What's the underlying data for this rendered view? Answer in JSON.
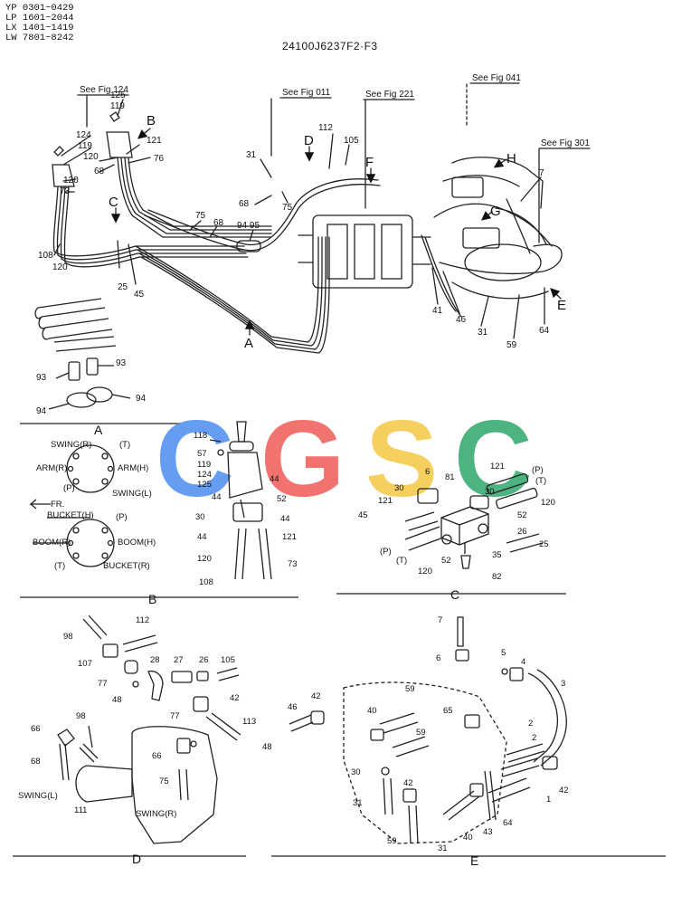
{
  "header": {
    "serial_ranges": [
      "YP 0301~0429",
      "LP 1601~2044",
      "LX 1401~1419",
      "LW 7801~8242"
    ],
    "drawing_number": "24100J6237F2·F3"
  },
  "references": {
    "fig124": "See Fig 124",
    "fig011": "See Fig 011",
    "fig221": "See Fig 221",
    "fig041": "See Fig 041",
    "fig301": "See Fig 301"
  },
  "view_letters": {
    "A": "A",
    "B": "B",
    "C": "C",
    "D": "D",
    "E": "E",
    "F": "F",
    "G": "G",
    "H": "H"
  },
  "watermark": {
    "letters": [
      "C",
      "G",
      "S",
      "C"
    ],
    "colors": [
      "#4a8df0",
      "#ef5b57",
      "#f5c842",
      "#2fa66a"
    ]
  },
  "main_labels": {
    "n125a": "125",
    "n119a": "119",
    "n124a": "124",
    "n119b": "119",
    "n120a": "120",
    "n68a": "68",
    "n121a": "121",
    "n76": "76",
    "n120b": "120",
    "n73a": "73",
    "n108a": "108",
    "n120c": "120",
    "n25a": "25",
    "n45a": "45",
    "n75a": "75",
    "n68b": "68",
    "n9495": "94 95",
    "n31a": "31",
    "n68c": "68",
    "n75b": "75",
    "n112a": "112",
    "n105a": "105",
    "n7a": "7",
    "n41": "41",
    "n46a": "46",
    "n31b": "31",
    "n59a": "59",
    "n64a": "64"
  },
  "detail_a": {
    "n93a": "93",
    "n93b": "93",
    "n94a": "94",
    "n94b": "94"
  },
  "detail_b": {
    "swing_r": "SWING(R)",
    "t_top": "(T)",
    "arm_r": "ARM(R)",
    "arm_h": "ARM(H)",
    "p": "(P)",
    "swing_l": "SWING(L)",
    "fr": "FR.",
    "bucket_h": "BUCKET(H)",
    "p2": "(P)",
    "boom_r": "BOOM(R)",
    "boom_h": "BOOM(H)",
    "t_bot": "(T)",
    "bucket_r": "BUCKET(R)",
    "n118": "118",
    "n57": "57",
    "n119": "119",
    "n124": "124",
    "n125": "125",
    "n44a": "44",
    "n44b": "44",
    "n52": "52",
    "n30": "30",
    "n44c": "44",
    "n44d": "44",
    "n120": "120",
    "n121": "121",
    "n108": "108",
    "n73": "73"
  },
  "detail_c": {
    "n6": "6",
    "n30": "30",
    "n81": "81",
    "n121a": "121",
    "p1": "(P)",
    "t1": "(T)",
    "n121b": "121",
    "n45": "45",
    "n30b": "30",
    "n52a": "52",
    "n120a": "120",
    "n26": "26",
    "n25": "25",
    "p2": "(P)",
    "t2": "(T)",
    "n52b": "52",
    "n35": "35",
    "n120b": "120",
    "n82": "82"
  },
  "detail_d": {
    "n98a": "98",
    "n112": "112",
    "n107": "107",
    "n77a": "77",
    "n48a": "48",
    "n28": "28",
    "n27": "27",
    "n26": "26",
    "n105": "105",
    "n42": "42",
    "n77b": "77",
    "n113": "113",
    "n48b": "48",
    "n66a": "66",
    "n98b": "98",
    "n68": "68",
    "n66b": "66",
    "n75": "75",
    "swing_l": "SWING(L)",
    "n111": "111",
    "swing_r": "SWING(R)"
  },
  "detail_e": {
    "n7": "7",
    "n6": "6",
    "n5": "5",
    "n4": "4",
    "n3": "3",
    "n46": "46",
    "n42a": "42",
    "n59a": "59",
    "n40a": "40",
    "n65": "65",
    "n59b": "59",
    "n30": "30",
    "n42b": "42",
    "n31a": "31",
    "n59c": "59",
    "n2a": "2",
    "n2b": "2",
    "n42c": "42",
    "n1": "1",
    "n64": "64",
    "n43": "43",
    "n40b": "40",
    "n31b": "31"
  }
}
